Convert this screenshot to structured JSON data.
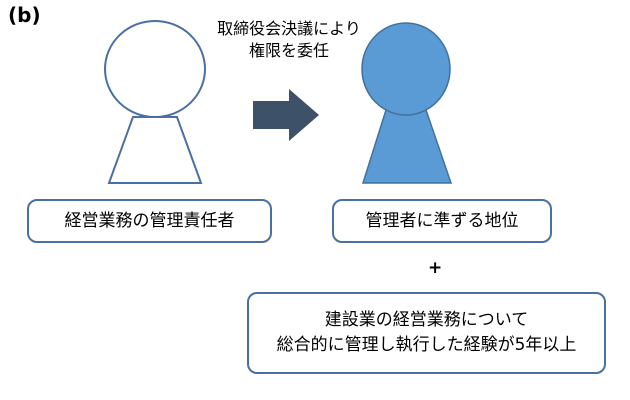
{
  "panel_label": "(b)",
  "arrow_caption": {
    "line1": "取締役会決議により",
    "line2": "権限を委任"
  },
  "left_box": {
    "label": "経営業務の管理責任者"
  },
  "right_box": {
    "label": "管理者に準ずる地位"
  },
  "plus_sign": "+",
  "bottom_box": {
    "line1": "建設業の経営業務について",
    "line2": "総合的に管理し執行した経験が5年以上"
  },
  "colors": {
    "outline_blue": "#4a6fa5",
    "filled_person": "#5b9bd5",
    "arrow": "#3d5168"
  }
}
